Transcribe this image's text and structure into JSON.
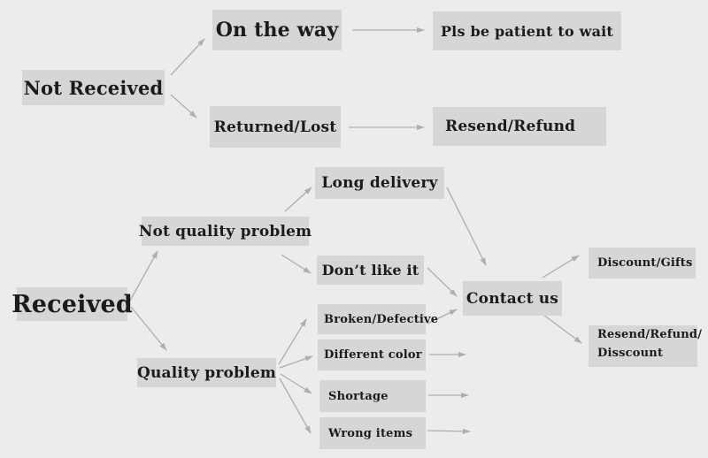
{
  "diagram": {
    "type": "flowchart",
    "topic": "order-status-customer-service-flow",
    "colors": {
      "background": "#ececea",
      "node_fill": "#d6d6d4",
      "text": "#1b1b1b",
      "arrow": "#aeaeae"
    },
    "nodes": {
      "not_received": {
        "label": "Not Received"
      },
      "on_the_way": {
        "label": "On the way"
      },
      "pls_be_patient": {
        "label": "Pls be patient to wait"
      },
      "returned_lost": {
        "label": "Returned/Lost"
      },
      "resend_refund": {
        "label": "Resend/Refund"
      },
      "received": {
        "label": "Received"
      },
      "not_quality_problem": {
        "label": "Not quality problem"
      },
      "long_delivery": {
        "label": "Long delivery"
      },
      "dont_like_it": {
        "label": "Don’t like it"
      },
      "quality_problem": {
        "label": "Quality problem"
      },
      "broken_defective": {
        "label": "Broken/Defective"
      },
      "different_color": {
        "label": "Different color"
      },
      "shortage": {
        "label": "Shortage"
      },
      "wrong_items": {
        "label": "Wrong items"
      },
      "contact_us": {
        "label": "Contact us"
      },
      "discount_gifts": {
        "label": "Discount/Gifts"
      },
      "resend_refund_disscount": {
        "line1": "Resend/Refund/",
        "line2": "Disscount"
      }
    },
    "edges": [
      {
        "from": "not_received",
        "to": "on_the_way"
      },
      {
        "from": "not_received",
        "to": "returned_lost"
      },
      {
        "from": "on_the_way",
        "to": "pls_be_patient"
      },
      {
        "from": "returned_lost",
        "to": "resend_refund"
      },
      {
        "from": "received",
        "to": "not_quality_problem"
      },
      {
        "from": "received",
        "to": "quality_problem"
      },
      {
        "from": "not_quality_problem",
        "to": "long_delivery"
      },
      {
        "from": "not_quality_problem",
        "to": "dont_like_it"
      },
      {
        "from": "long_delivery",
        "to": "contact_us"
      },
      {
        "from": "dont_like_it",
        "to": "contact_us"
      },
      {
        "from": "quality_problem",
        "to": "broken_defective"
      },
      {
        "from": "quality_problem",
        "to": "different_color"
      },
      {
        "from": "quality_problem",
        "to": "shortage"
      },
      {
        "from": "quality_problem",
        "to": "wrong_items"
      },
      {
        "from": "broken_defective",
        "to": "contact_us"
      },
      {
        "from": "different_color",
        "to": "contact_us"
      },
      {
        "from": "shortage",
        "to": "contact_us"
      },
      {
        "from": "wrong_items",
        "to": "contact_us"
      },
      {
        "from": "contact_us",
        "to": "discount_gifts"
      },
      {
        "from": "contact_us",
        "to": "resend_refund_disscount"
      }
    ]
  }
}
